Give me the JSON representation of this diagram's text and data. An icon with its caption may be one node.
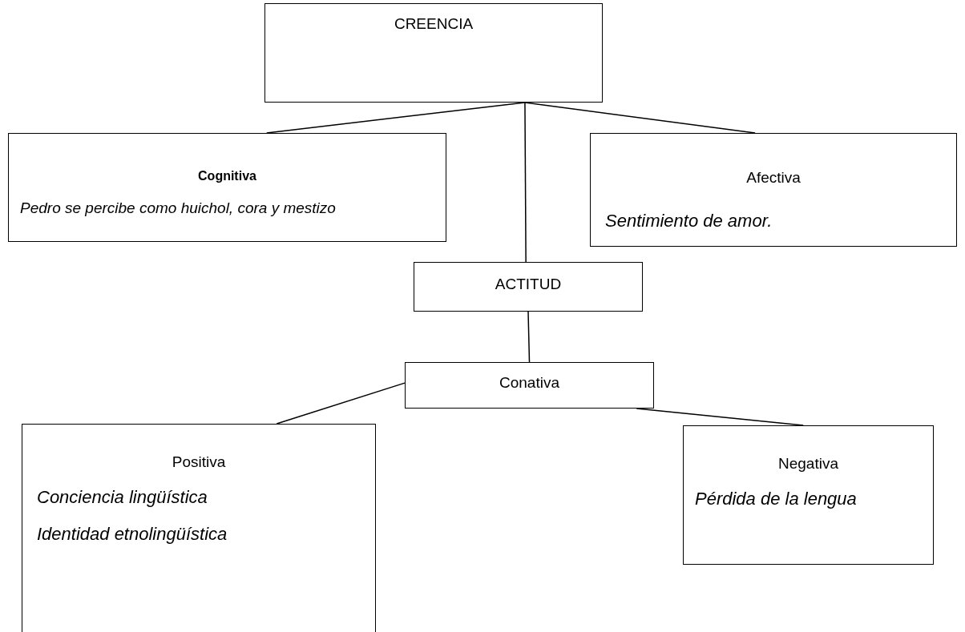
{
  "diagram": {
    "nodes": [
      {
        "text": [
          "CREENCIA"
        ]
      },
      {
        "text": [
          "Cognitiva",
          "Pedro se percibe como huichol, cora y mestizo"
        ]
      },
      {
        "text": [
          "Afectiva",
          "Sentimiento de amor."
        ]
      },
      {
        "text": [
          "ACTITUD"
        ]
      },
      {
        "text": [
          "Conativa"
        ]
      },
      {
        "text": [
          "Positiva",
          "Conciencia lingüística",
          "Identidad etnolingüística"
        ]
      },
      {
        "text": [
          "Negativa",
          "Pérdida de la lengua"
        ]
      }
    ],
    "edges": [
      {
        "from": 0,
        "to": 1,
        "arrow": "none"
      },
      {
        "from": 0,
        "to": 2,
        "arrow": "none"
      },
      {
        "from": 0,
        "to": 3,
        "arrow": "none"
      },
      {
        "from": 3,
        "to": 4,
        "arrow": "none"
      },
      {
        "from": 4,
        "to": 5,
        "arrow": "none"
      },
      {
        "from": 4,
        "to": 6,
        "arrow": "none"
      }
    ]
  }
}
